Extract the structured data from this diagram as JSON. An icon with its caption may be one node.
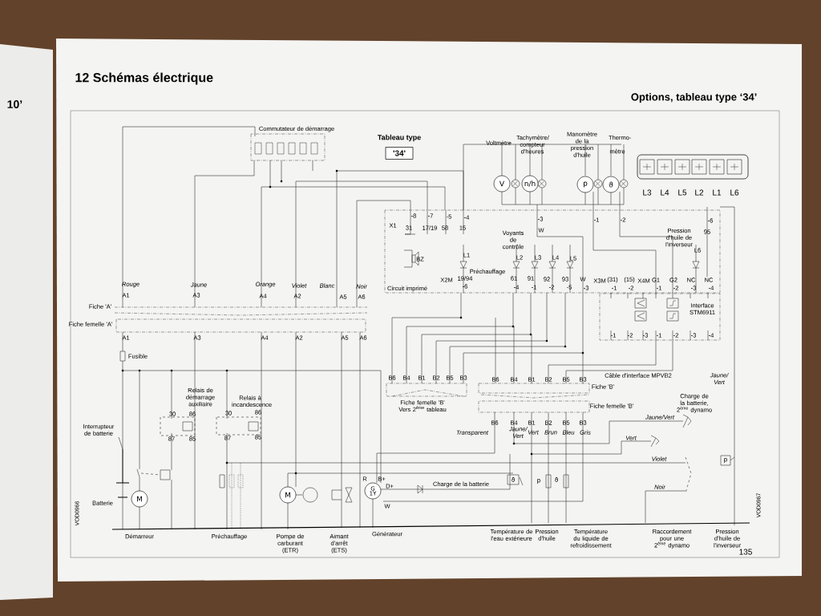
{
  "diagram": {
    "title": "12 Schémas électrique",
    "nodes": [
      {
        "text": [
          "Tableau type",
          "'34'"
        ]
      },
      {
        "text": [
          "V"
        ]
      },
      {
        "text": [
          "n/h"
        ]
      },
      {
        "text": [
          "p"
        ]
      },
      {
        "text": [
          "ϑ"
        ]
      },
      {
        "text": [
          "M"
        ]
      },
      {
        "text": [
          "M"
        ]
      },
      {
        "text": [
          "G",
          "1Y"
        ]
      }
    ],
    "labels": [
      "10’",
      "Options, tableau type ‘34’",
      "Commutateur de démarrage",
      "Voltmètre",
      "Tachymètre/ compteur d'heures",
      "Manomètre de la pression d'huile",
      "Thermo- mètre",
      "L3",
      "L4",
      "L5",
      "L2",
      "L1",
      "L6",
      "-8",
      "-7",
      "-5",
      "-4",
      "-3",
      "-1",
      "-2",
      "-6",
      "X1",
      "31",
      "17/19",
      "58",
      "15",
      "W",
      "95",
      "Voyants de contrôle",
      "Pression d'huile de l'inverseur",
      "L6",
      "BZ",
      "L1",
      "L2",
      "L3",
      "L4",
      "L5",
      "Préchauffage",
      "X2M",
      "19/94",
      "61",
      "91",
      "92",
      "93",
      "W",
      "X3M",
      "(31)",
      "(15)",
      "X4M",
      "G1",
      "G2",
      "NC",
      "NC",
      "Rouge",
      "Jaune",
      "Orange",
      "Violet",
      "Blanc",
      "Noir",
      "Circuit imprimé",
      "A1",
      "A3",
      "A4",
      "A2",
      "A5",
      "A6",
      "-6",
      "-4",
      "-1",
      "-2",
      "-5",
      "-3",
      "-1",
      "-2",
      "-1",
      "-2",
      "-3",
      "-4",
      "Fiche 'A'",
      "Interface STM6911",
      "-1",
      "-2",
      "-3",
      "-1",
      "-2",
      "-3",
      "-4",
      "Fiche femelle 'A'",
      "A1",
      "A3",
      "A4",
      "A2",
      "A5",
      "A6",
      "Fusible",
      "Câble d'interface MPVB2",
      "B6",
      "B4",
      "B1",
      "B2",
      "B5",
      "B3",
      "B6",
      "B4",
      "B1",
      "B2",
      "B5",
      "B3",
      "Fiche 'B'",
      "Jaune/ Vert",
      "Relais de démarrage auxiliaire",
      "Relais à incandescence",
      "Fiche femelle 'B' Vers 2$^{ème}$ tableau",
      "Fiche femelle 'B'",
      "Charge de la batterie, 2$^{ème}$ dynamo",
      "B6",
      "B4",
      "B1",
      "B2",
      "B5",
      "B3",
      "30",
      "86",
      "30",
      "86",
      "Interrupteur de batterie",
      "Transparent",
      "Jaune/ Vert",
      "Vert",
      "Brun",
      "Bleu",
      "Gris",
      "Jaune/Vert",
      "87",
      "85",
      "87",
      "85",
      "Vert",
      "Violet",
      "R",
      "B+",
      "D+",
      "W",
      "Charge de la batterie",
      "Noir",
      "ϑ",
      "p",
      "ϑ",
      "p",
      "Batterie",
      "VOD0966",
      "Démarreur",
      "Préchauffage",
      "Pompe de carburant (ETR)",
      "Aimant d'arrêt (ETS)",
      "Générateur",
      "Température de l'eau extérieure",
      "Pression d'huile",
      "Température du liquide de refroidissement",
      "Raccordement pour une 2$^{ème}$ dynamo",
      "Pression d'huile de l'inverseur",
      "VOD0967",
      "135"
    ]
  }
}
